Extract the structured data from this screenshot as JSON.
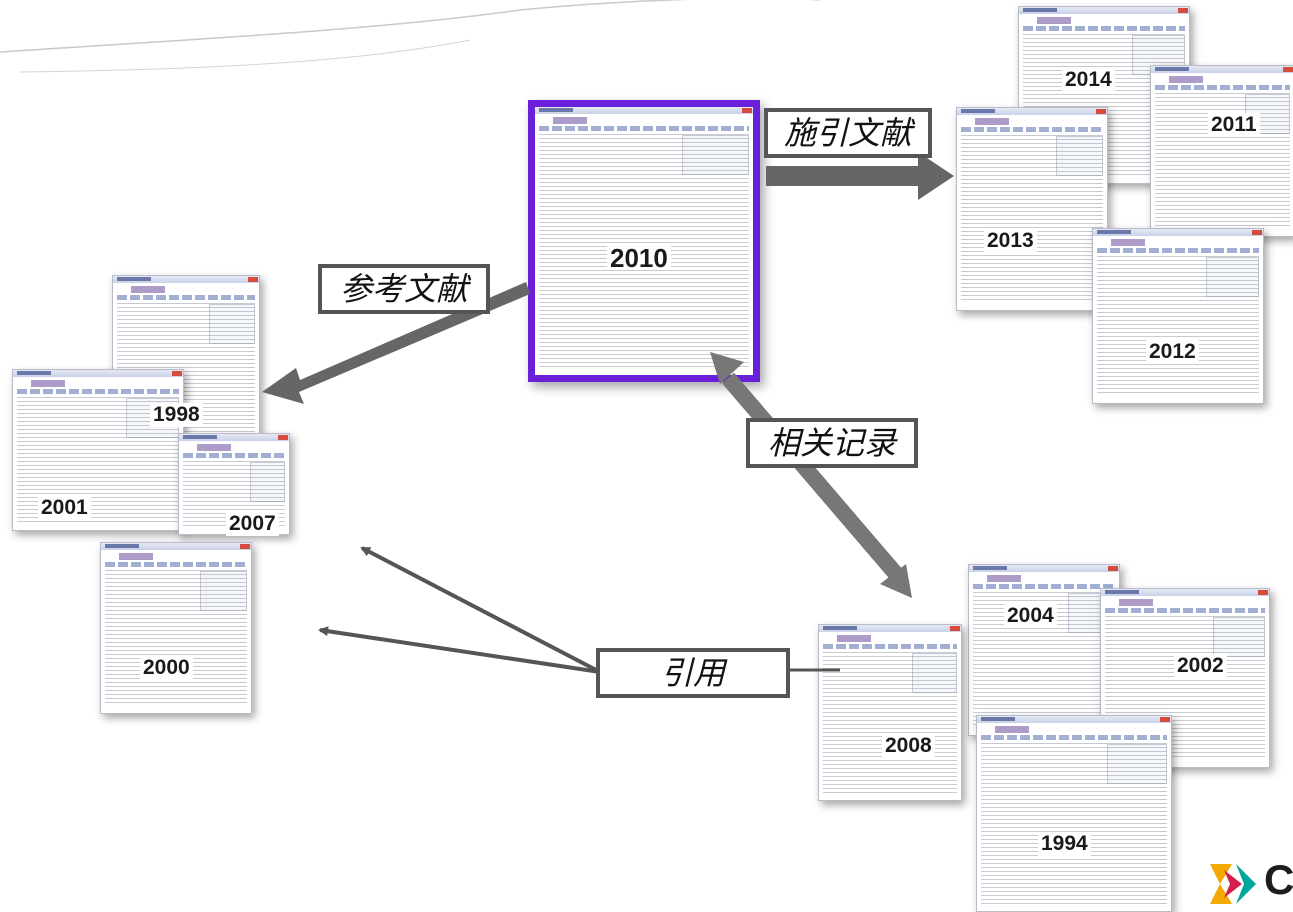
{
  "labels": {
    "citing": "施引文献",
    "references": "参考文献",
    "related": "相关记录",
    "cited": "引用"
  },
  "years": {
    "center": "2010",
    "y2014": "2014",
    "y2011": "2011",
    "y2013": "2013",
    "y2012": "2012",
    "y1998": "1998",
    "y2001": "2001",
    "y2007": "2007",
    "y2000": "2000",
    "y2004": "2004",
    "y2002": "2002",
    "y2008": "2008",
    "y1994": "1994"
  },
  "logo": {
    "letter": "C"
  },
  "colors": {
    "center_border": "#6a1fd8",
    "arrow": "#666666",
    "thin_arrow": "#555555"
  }
}
